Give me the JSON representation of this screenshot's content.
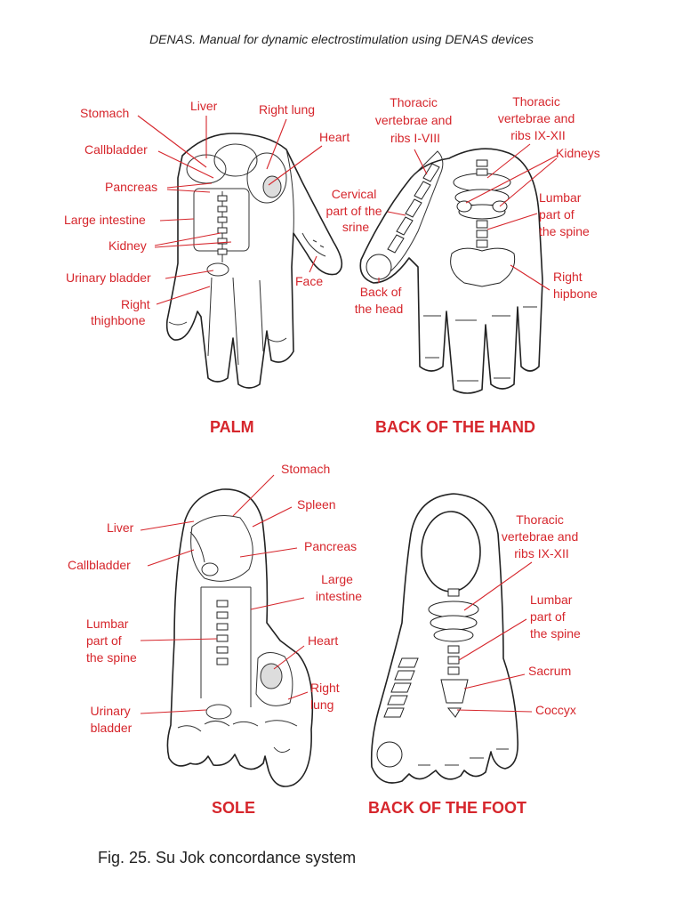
{
  "header": {
    "text": "DENAS. Manual for dynamic electrostimulation using DENAS devices"
  },
  "caption": {
    "text": "Fig. 25. Su Jok concordance system"
  },
  "palm": {
    "title": "PALM",
    "labels": {
      "stomach": [
        "Stomach"
      ],
      "liver": [
        "Liver"
      ],
      "right_lung": [
        "Right lung"
      ],
      "heart": [
        "Heart"
      ],
      "callbladder": [
        "Callbladder"
      ],
      "pancreas": [
        "Pancreas"
      ],
      "large_intestine": [
        "Large intestine"
      ],
      "kidney": [
        "Kidney"
      ],
      "urinary_bladder": [
        "Urinary bladder"
      ],
      "right_thighbone": [
        "Right",
        "thighbone"
      ],
      "face": [
        "Face"
      ]
    }
  },
  "back_of_hand": {
    "title": "BACK OF THE HAND",
    "labels": {
      "thoracic_1_8": [
        "Thoracic",
        "vertebrae and",
        "ribs I-VIII"
      ],
      "thoracic_9_12": [
        "Thoracic",
        "vertebrae and",
        "ribs IX-XII"
      ],
      "kidneys": [
        "Kidneys"
      ],
      "cervical": [
        "Cervical",
        "part of the",
        "srine"
      ],
      "lumbar": [
        "Lumbar",
        "part of",
        "the spine"
      ],
      "right_hipbone": [
        "Right",
        "hipbone"
      ],
      "back_of_head": [
        "Back of",
        "the head"
      ]
    }
  },
  "sole": {
    "title": "SOLE",
    "labels": {
      "stomach": [
        "Stomach"
      ],
      "spleen": [
        "Spleen"
      ],
      "liver": [
        "Liver"
      ],
      "pancreas": [
        "Pancreas"
      ],
      "callbladder": [
        "Callbladder"
      ],
      "large_intestine": [
        "Large",
        "intestine"
      ],
      "lumbar": [
        "Lumbar",
        "part of",
        "the spine"
      ],
      "heart": [
        "Heart"
      ],
      "right_lung": [
        "Right",
        "lung"
      ],
      "urinary_bladder": [
        "Urinary",
        "bladder"
      ]
    }
  },
  "back_of_foot": {
    "title": "BACK OF THE FOOT",
    "labels": {
      "thoracic": [
        "Thoracic",
        "vertebrae and",
        "ribs IX-XII"
      ],
      "lumbar": [
        "Lumbar",
        "part of",
        "the spine"
      ],
      "sacrum": [
        "Sacrum"
      ],
      "coccyx": [
        "Coccyx"
      ]
    }
  },
  "colors": {
    "label": "#d6262c",
    "outline": "#222222"
  }
}
